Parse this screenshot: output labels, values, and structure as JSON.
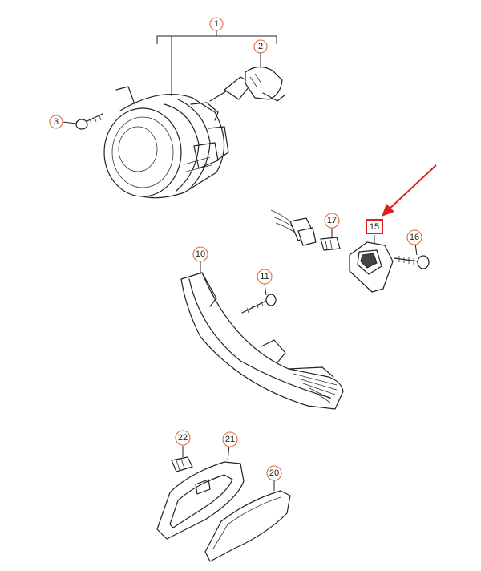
{
  "diagram": {
    "callouts": [
      {
        "id": "c1",
        "label": "1"
      },
      {
        "id": "c2",
        "label": "2"
      },
      {
        "id": "c3",
        "label": "3"
      },
      {
        "id": "c10",
        "label": "10"
      },
      {
        "id": "c11",
        "label": "11"
      },
      {
        "id": "c15",
        "label": "15"
      },
      {
        "id": "c16",
        "label": "16"
      },
      {
        "id": "c17",
        "label": "17"
      },
      {
        "id": "c20",
        "label": "20"
      },
      {
        "id": "c21",
        "label": "21"
      },
      {
        "id": "c22",
        "label": "22"
      }
    ],
    "highlight": {
      "callout": "15",
      "color": "#e02020"
    },
    "colors": {
      "callout_ring": "#e06a3a",
      "line_art": "#222222",
      "arrow": "#e02020"
    }
  }
}
